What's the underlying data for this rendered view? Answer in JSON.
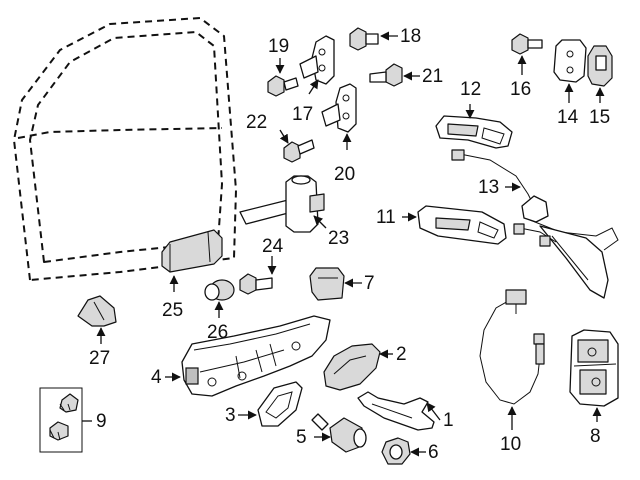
{
  "callouts": {
    "c1": "1",
    "c2": "2",
    "c3": "3",
    "c4": "4",
    "c5": "5",
    "c6": "6",
    "c7": "7",
    "c8": "8",
    "c9": "9",
    "c10": "10",
    "c11": "11",
    "c12": "12",
    "c13": "13",
    "c14": "14",
    "c15": "15",
    "c16": "16",
    "c17": "17",
    "c18": "18",
    "c19": "19",
    "c20": "20",
    "c21": "21",
    "c22": "22",
    "c23": "23",
    "c24": "24",
    "c25": "25",
    "c26": "26",
    "c27": "27"
  },
  "colors": {
    "line": "#111111",
    "shade": "#d9d9d9",
    "background": "#ffffff"
  }
}
